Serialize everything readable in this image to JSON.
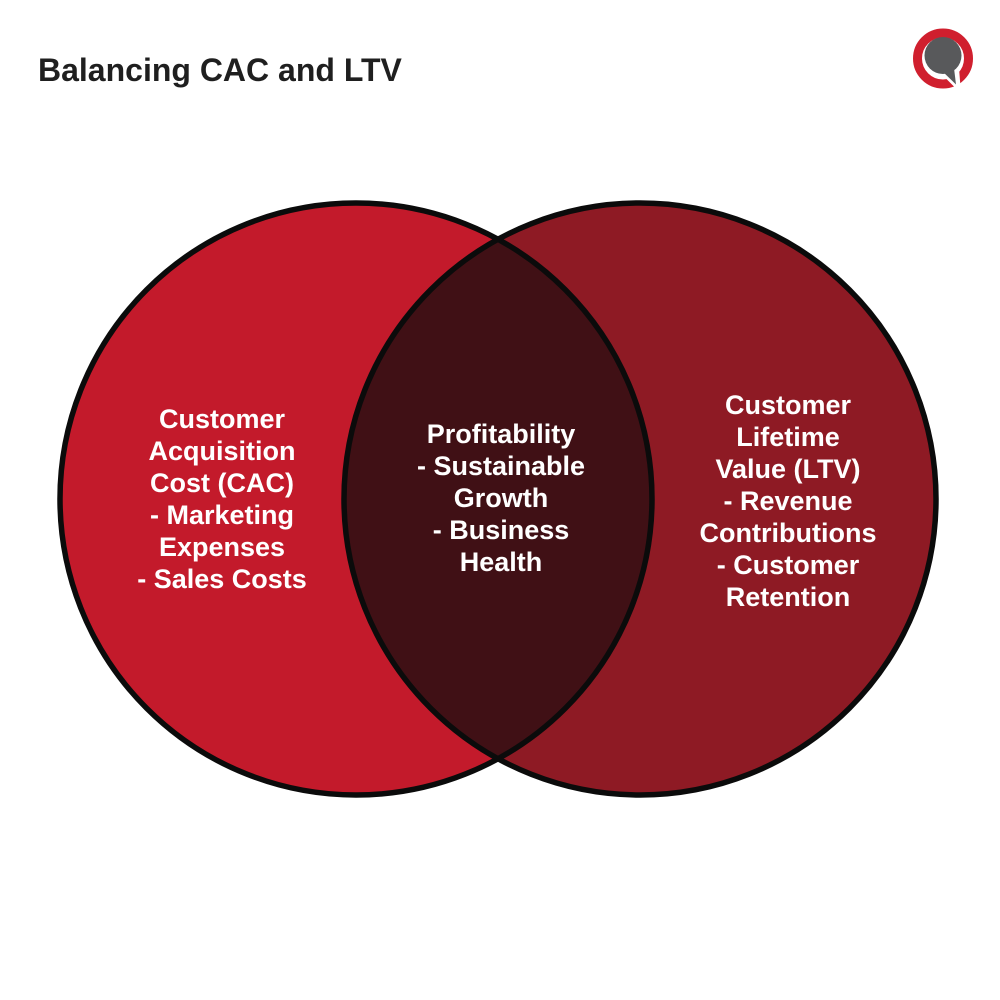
{
  "page": {
    "title": "Balancing CAC and LTV",
    "background_color": "#ffffff",
    "title_color": "#1f1f1f"
  },
  "logo": {
    "description": "speech-bubble-in-red-ring",
    "ring_color": "#d01f2e",
    "bubble_color": "#58595b"
  },
  "venn": {
    "type": "venn-diagram",
    "outline_color": "#0b0b0b",
    "text_color": "#ffffff",
    "left_circle": {
      "heading": "Customer Acquisition Cost (CAC)",
      "bullets": [
        "Marketing Expenses",
        "Sales Costs"
      ],
      "display_text": "Customer\nAcquisition\nCost (CAC)\n- Marketing\nExpenses\n- Sales Costs",
      "fill": "#c31a2b"
    },
    "right_circle": {
      "heading": "Customer Lifetime Value (LTV)",
      "bullets": [
        "Revenue Contributions",
        "Customer Retention"
      ],
      "display_text": "Customer\nLifetime\nValue (LTV)\n- Revenue\nContributions\n- Customer\nRetention",
      "fill": "#8e1a24"
    },
    "overlap": {
      "heading": "Profitability",
      "bullets": [
        "Sustainable Growth",
        "Business Health"
      ],
      "display_text": "Profitability\n- Sustainable\nGrowth\n- Business\nHealth",
      "fill": "#401015"
    }
  }
}
